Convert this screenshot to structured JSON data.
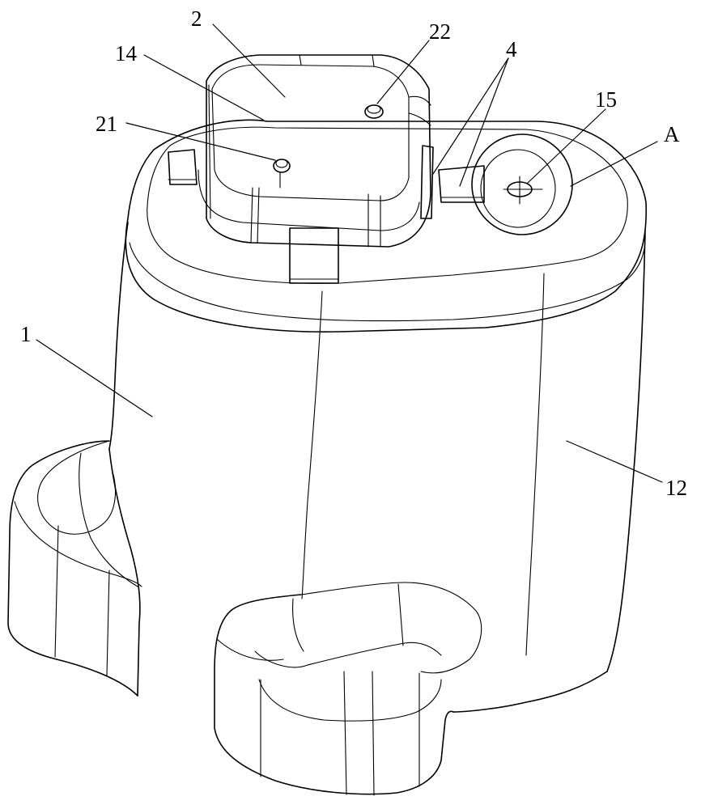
{
  "labels": {
    "l1": "1",
    "l2": "2",
    "l4": "4",
    "l12": "12",
    "l14": "14",
    "l15": "15",
    "l21": "21",
    "l22": "22",
    "lA": "A"
  },
  "colors": {
    "line": "#000000",
    "background": "#ffffff"
  }
}
